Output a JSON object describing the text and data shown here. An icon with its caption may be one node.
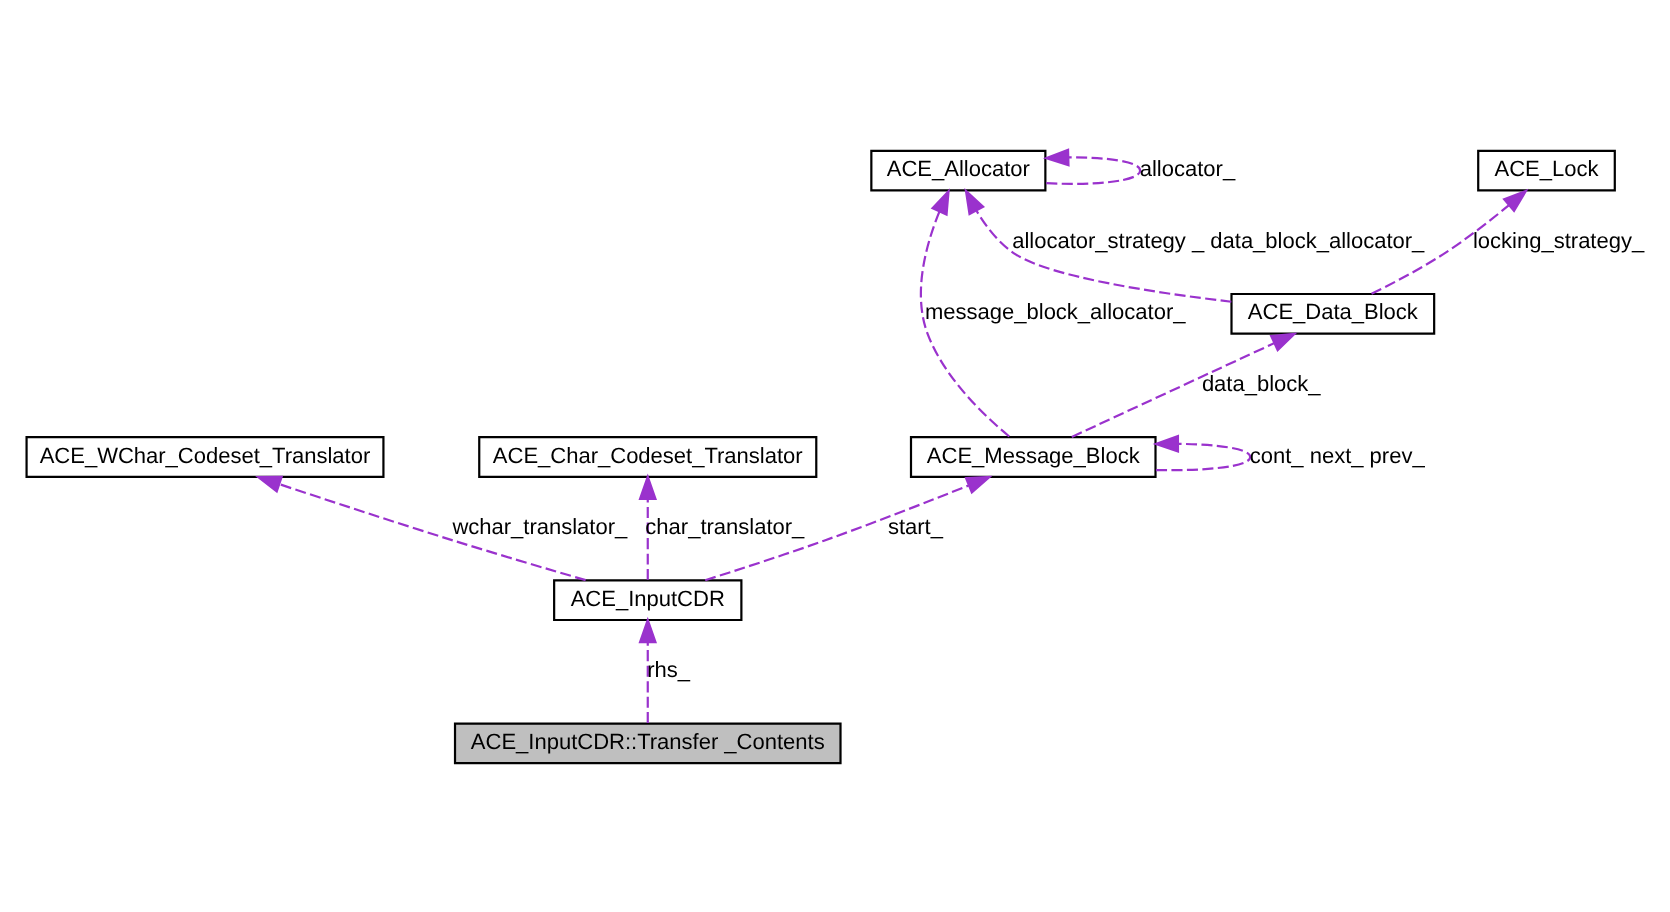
{
  "diagram": {
    "nodes": [
      {
        "text": [
          "ACE_Allocator"
        ]
      },
      {
        "text": [
          "ACE_Lock"
        ]
      },
      {
        "text": [
          "ACE_Data_Block"
        ]
      },
      {
        "text": [
          "ACE_WChar_Codeset_Translator"
        ]
      },
      {
        "text": [
          "ACE_Char_Codeset_Translator"
        ]
      },
      {
        "text": [
          "ACE_Message_Block"
        ]
      },
      {
        "text": [
          "ACE_InputCDR"
        ]
      },
      {
        "text": [
          "ACE_InputCDR::Transfer _Contents"
        ]
      }
    ],
    "edges": [
      {
        "from": 0,
        "to": 0,
        "arrow": "to",
        "style": "dashed",
        "label": "allocator_"
      },
      {
        "from": 2,
        "to": 0,
        "arrow": "to",
        "style": "dashed",
        "label": "allocator_strategy _ data_block_allocator_"
      },
      {
        "from": 5,
        "to": 0,
        "arrow": "to",
        "style": "dashed",
        "label": "message_block_allocator_"
      },
      {
        "from": 2,
        "to": 1,
        "arrow": "to",
        "style": "dashed",
        "label": "locking_strategy_"
      },
      {
        "from": 5,
        "to": 2,
        "arrow": "to",
        "style": "dashed",
        "label": "data_block_"
      },
      {
        "from": 5,
        "to": 5,
        "arrow": "to",
        "style": "dashed",
        "label": "cont_ next_ prev_"
      },
      {
        "from": 6,
        "to": 3,
        "arrow": "to",
        "style": "dashed",
        "label": "wchar_translator_"
      },
      {
        "from": 6,
        "to": 4,
        "arrow": "to",
        "style": "dashed",
        "label": "char_translator_"
      },
      {
        "from": 6,
        "to": 5,
        "arrow": "to",
        "style": "dashed",
        "label": "start_"
      },
      {
        "from": 7,
        "to": 6,
        "arrow": "to",
        "style": "dashed",
        "label": "rhs_"
      }
    ]
  }
}
